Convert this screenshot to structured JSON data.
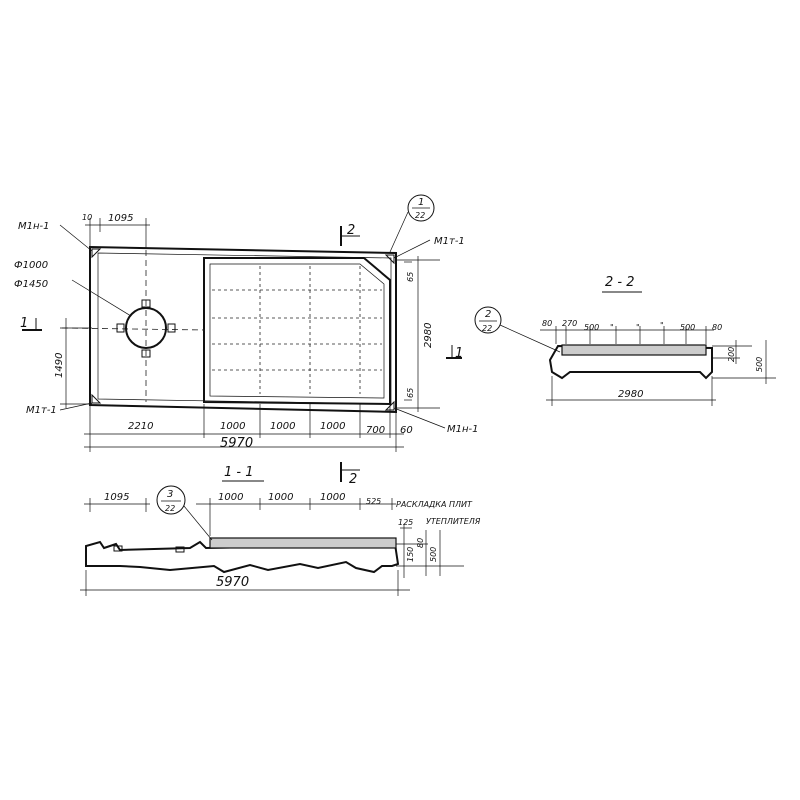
{
  "plan": {
    "mark_top_left": "М1н-1",
    "mark_top_right": "М1т-1",
    "mark_bottom_left": "М1т-1",
    "mark_bottom_right": "М1н-1",
    "dia_inner": "Ф1000",
    "dia_outer": "Ф1450",
    "dim_edge_10": "10",
    "dim_1095": "1095",
    "dim_1490": "1490",
    "dim_2980": "2980",
    "dim_65_top": "65",
    "dim_65_bottom": "65",
    "dim_2210": "2210",
    "dim_1000_a": "1000",
    "dim_1000_b": "1000",
    "dim_1000_c": "1000",
    "dim_700": "700",
    "dim_60": "60",
    "dim_5970": "5970",
    "cut_1_left": "1",
    "cut_1_right": "1",
    "cut_2_top": "2",
    "cut_2_bottom": "2",
    "callout_num": "1",
    "callout_den": "22"
  },
  "section_1": {
    "title": "1 - 1",
    "dim_1095": "1095",
    "dim_1000_a": "1000",
    "dim_1000_b": "1000",
    "dim_1000_c": "1000",
    "dim_525": "525",
    "note_line1": "РАСКЛАДКА ПЛИТ",
    "note_line2": "УТЕПЛИТЕЛЯ",
    "dim_125": "125",
    "dim_150": "150",
    "dim_80": "80",
    "dim_500": "500",
    "dim_5970": "5970",
    "callout_num": "3",
    "callout_den": "22"
  },
  "section_2": {
    "title": "2 - 2",
    "dim_80_left": "80",
    "dim_270": "270",
    "dim_500_a": "500",
    "ditto_1": "\"",
    "ditto_2": "\"",
    "ditto_3": "\"",
    "dim_500_b": "500",
    "dim_80_right": "80",
    "dim_200": "200",
    "dim_500": "500",
    "dim_2980": "2980",
    "callout_num": "2",
    "callout_den": "22"
  }
}
